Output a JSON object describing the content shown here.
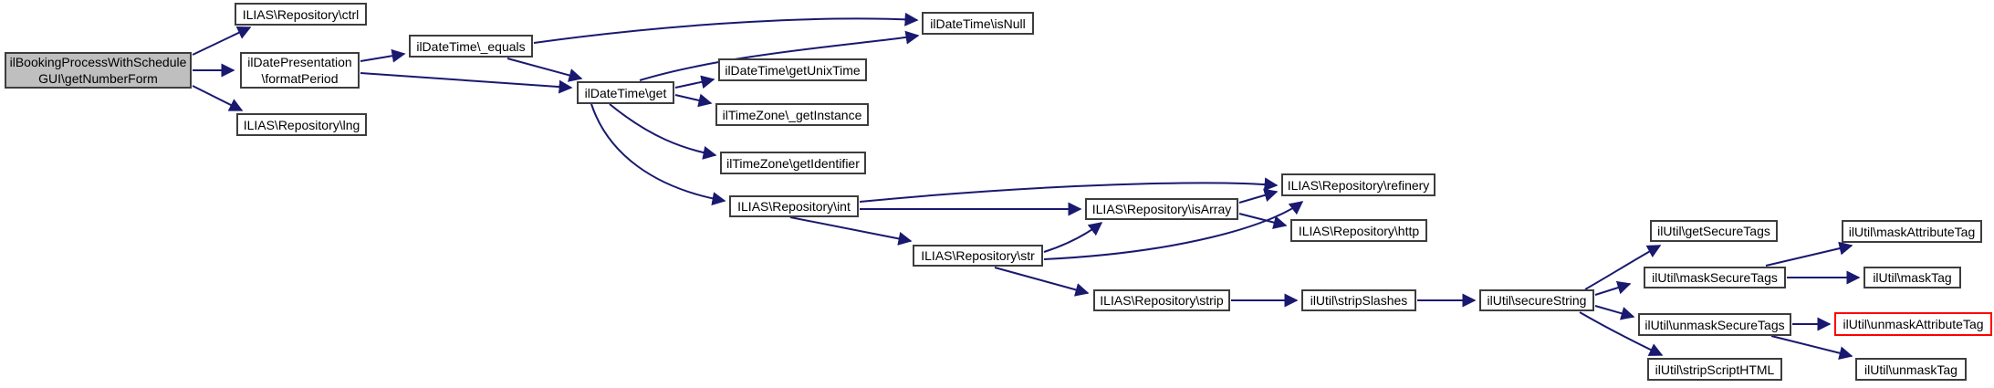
{
  "diagram": {
    "type": "call-graph",
    "colors": {
      "edge": "#191970",
      "node_border": "#3d3d3d",
      "node_fill": "#ffffff",
      "root_node_fill": "#bfbfbf",
      "highlight_border": "#ff0000",
      "text": "#000000",
      "background": "#ffffff"
    }
  },
  "nodes": [
    {
      "id": "getNumberForm",
      "label": "ilBookingProcessWithSchedule\nGUI\\getNumberForm"
    },
    {
      "id": "ctrl",
      "label": "ILIAS\\Repository\\ctrl"
    },
    {
      "id": "formatPeriod",
      "label": "ilDatePresentation\n\\formatPeriod"
    },
    {
      "id": "lng",
      "label": "ILIAS\\Repository\\lng"
    },
    {
      "id": "equals",
      "label": "ilDateTime\\_equals"
    },
    {
      "id": "get",
      "label": "ilDateTime\\get"
    },
    {
      "id": "isNull",
      "label": "ilDateTime\\isNull"
    },
    {
      "id": "getUnixTime",
      "label": "ilDateTime\\getUnixTime"
    },
    {
      "id": "getInstance",
      "label": "ilTimeZone\\_getInstance"
    },
    {
      "id": "getIdentifier",
      "label": "ilTimeZone\\getIdentifier"
    },
    {
      "id": "int",
      "label": "ILIAS\\Repository\\int"
    },
    {
      "id": "isArray",
      "label": "ILIAS\\Repository\\isArray"
    },
    {
      "id": "refinery",
      "label": "ILIAS\\Repository\\refinery"
    },
    {
      "id": "http",
      "label": "ILIAS\\Repository\\http"
    },
    {
      "id": "str",
      "label": "ILIAS\\Repository\\str"
    },
    {
      "id": "strip",
      "label": "ILIAS\\Repository\\strip"
    },
    {
      "id": "stripSlashes",
      "label": "ilUtil\\stripSlashes"
    },
    {
      "id": "secureString",
      "label": "ilUtil\\secureString"
    },
    {
      "id": "getSecureTags",
      "label": "ilUtil\\getSecureTags"
    },
    {
      "id": "maskSecureTags",
      "label": "ilUtil\\maskSecureTags"
    },
    {
      "id": "unmaskSecureTags",
      "label": "ilUtil\\unmaskSecureTags"
    },
    {
      "id": "stripScriptHTML",
      "label": "ilUtil\\stripScriptHTML"
    },
    {
      "id": "maskAttributeTag",
      "label": "ilUtil\\maskAttributeTag"
    },
    {
      "id": "maskTag",
      "label": "ilUtil\\maskTag"
    },
    {
      "id": "unmaskAttributeTag",
      "label": "ilUtil\\unmaskAttributeTag"
    },
    {
      "id": "unmaskTag",
      "label": "ilUtil\\unmaskTag"
    }
  ],
  "edges": [
    "getNumberForm->ctrl",
    "getNumberForm->formatPeriod",
    "getNumberForm->lng",
    "formatPeriod->equals",
    "formatPeriod->get",
    "equals->isNull",
    "equals->get",
    "get->isNull",
    "get->getUnixTime",
    "get->getInstance",
    "get->getIdentifier",
    "get->int",
    "int->isArray",
    "int->refinery",
    "int->str",
    "str->isArray",
    "str->refinery",
    "str->strip",
    "isArray->refinery",
    "isArray->http",
    "strip->stripSlashes",
    "stripSlashes->secureString",
    "secureString->getSecureTags",
    "secureString->maskSecureTags",
    "secureString->unmaskSecureTags",
    "secureString->stripScriptHTML",
    "maskSecureTags->maskAttributeTag",
    "maskSecureTags->maskTag",
    "unmaskSecureTags->unmaskAttributeTag",
    "unmaskSecureTags->unmaskTag"
  ]
}
